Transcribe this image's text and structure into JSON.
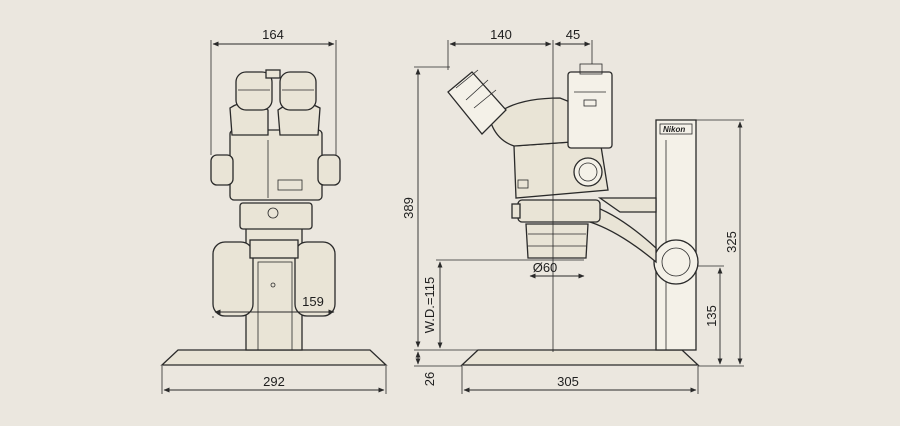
{
  "brand": "Nikon",
  "front_view": {
    "width_top": "164",
    "width_stand": "159",
    "width_base": "292"
  },
  "side_view": {
    "depth_eyepiece": "140",
    "depth_top": "45",
    "height_total": "389",
    "working_distance": "W.D.=115",
    "objective_diameter": "Ø60",
    "base_depth": "305",
    "base_height": "26",
    "pillar_height": "325",
    "holder_height": "135"
  },
  "colors": {
    "background": "#ebe7df",
    "line": "#2a2a2a",
    "fill": "#e9e4d6"
  }
}
